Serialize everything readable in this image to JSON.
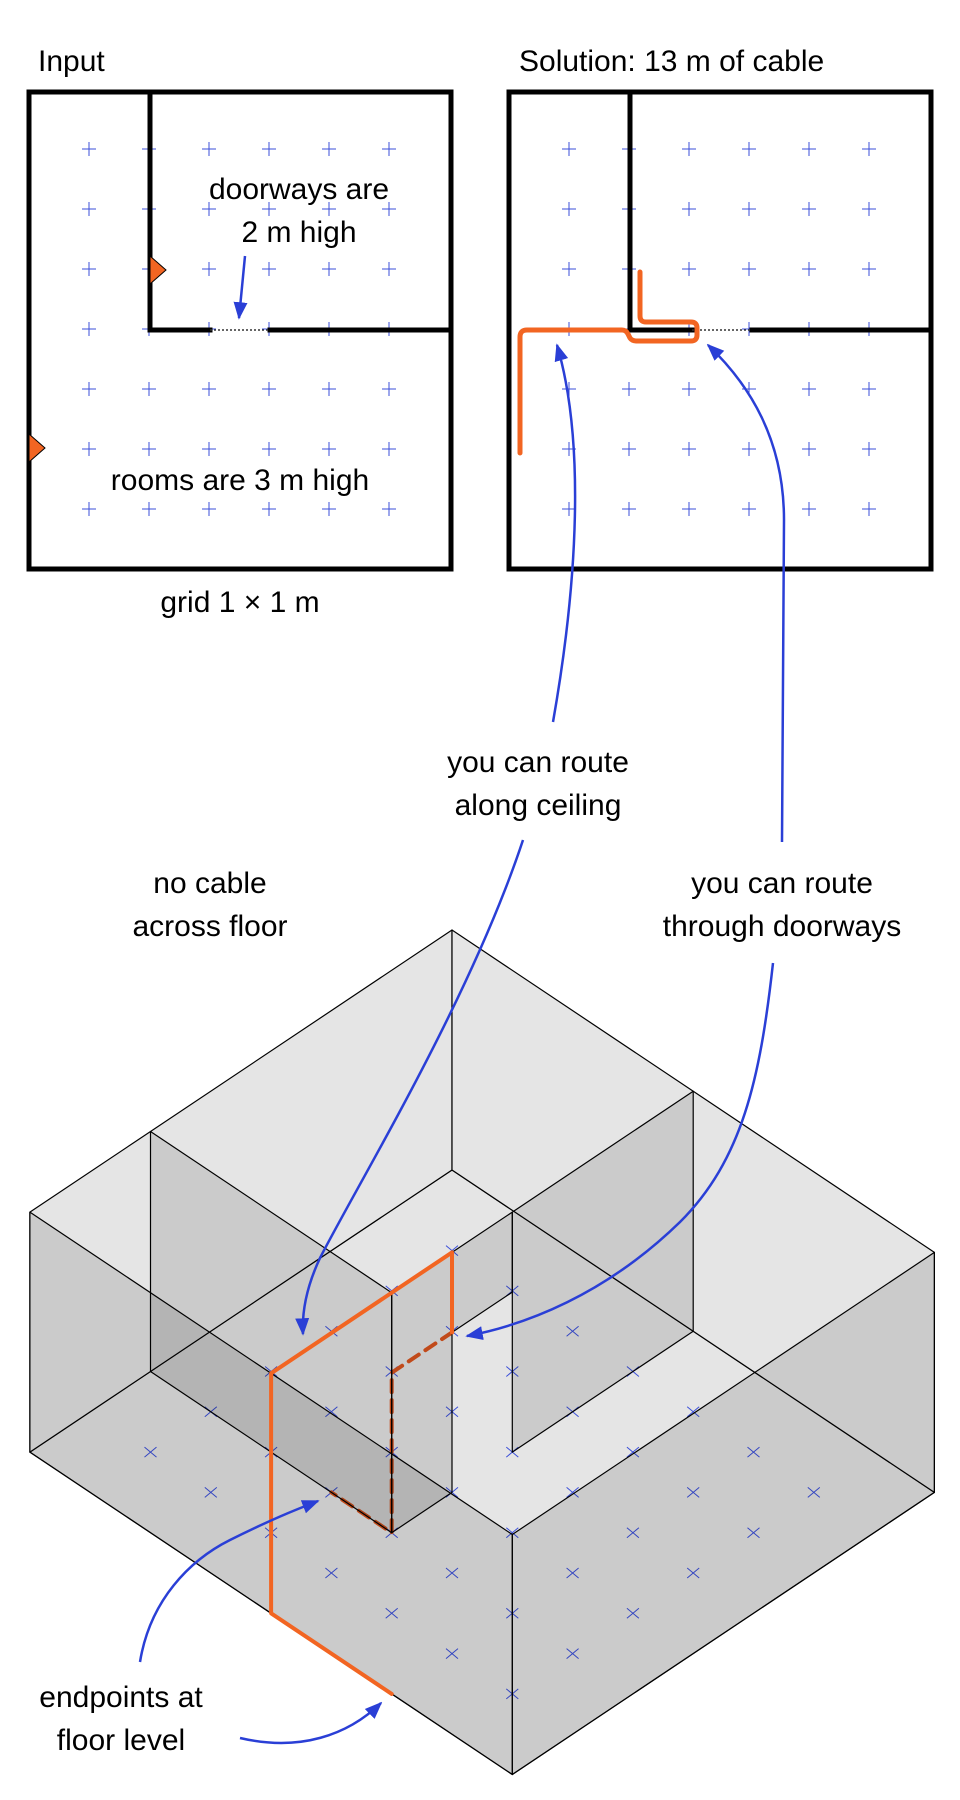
{
  "plans": {
    "input_title": "Input",
    "solution_title": "Solution: 13 m of cable",
    "doorway_note": [
      "doorways are",
      "2 m high"
    ],
    "room_note": "rooms are 3 m high",
    "grid_note": "grid 1 × 1 m"
  },
  "callouts": {
    "ceiling": [
      "you can route",
      "along ceiling"
    ],
    "doorways": [
      "you can route",
      "through doorways"
    ],
    "floor": [
      "no cable",
      "across floor"
    ],
    "endpoints": [
      "endpoints at",
      "floor level"
    ]
  },
  "colors": {
    "cable": "#f26522",
    "cable_hidden": "#d9541e",
    "arrow": "#2a3fd6",
    "grid_mark": "#3b4fd9",
    "surface": "#e5e5e5"
  }
}
